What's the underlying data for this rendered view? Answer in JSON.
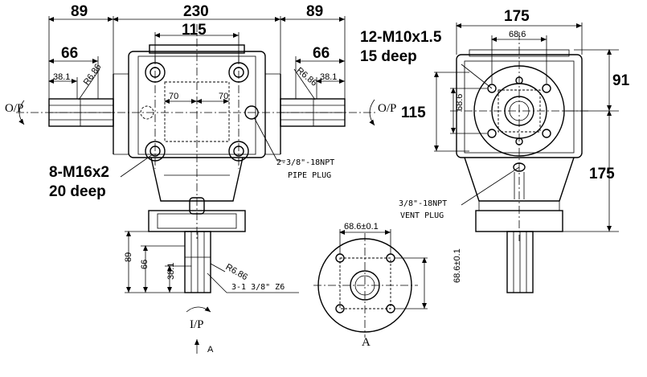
{
  "dimensions": {
    "front_overall_width": "230",
    "left_shaft_length": "89",
    "right_shaft_length": "89",
    "left_shaft_66": "66",
    "right_shaft_66": "66",
    "top_bolt_spacing": "115",
    "left_shaft_38": "38.1",
    "right_shaft_38": "38.1",
    "left_radius": "R6.86",
    "right_radius": "R6.86",
    "hole_spacing_left": "70",
    "hole_spacing_right": "70",
    "side_width": "175",
    "side_flange_width": "68.6",
    "side_right_91": "91",
    "side_right_175": "175",
    "side_left_115": "115",
    "side_left_68": "68.6",
    "bottom_89": "89",
    "bottom_66": "66",
    "bottom_38": "38.1",
    "bottom_radius": "R6.86",
    "flange_top": "68.6±0.1",
    "flange_right": "68.6±0.1"
  },
  "annotations": {
    "bolt_front_line1": "8-M16x2",
    "bolt_front_line2": "20 deep",
    "bolt_side_line1": "12-M10x1.5",
    "bolt_side_line2": "15 deep",
    "pipe_plug_line1": "2-3/8\"-18NPT",
    "pipe_plug_line2": "PIPE PLUG",
    "vent_plug_line1": "3/8\"-18NPT",
    "vent_plug_line2": "VENT PLUG",
    "spline": "3-1  3/8\"  Z6",
    "output_left": "O/P",
    "output_right": "O/P",
    "input": "I/P",
    "view_arrow": "A",
    "view_label": "A"
  }
}
